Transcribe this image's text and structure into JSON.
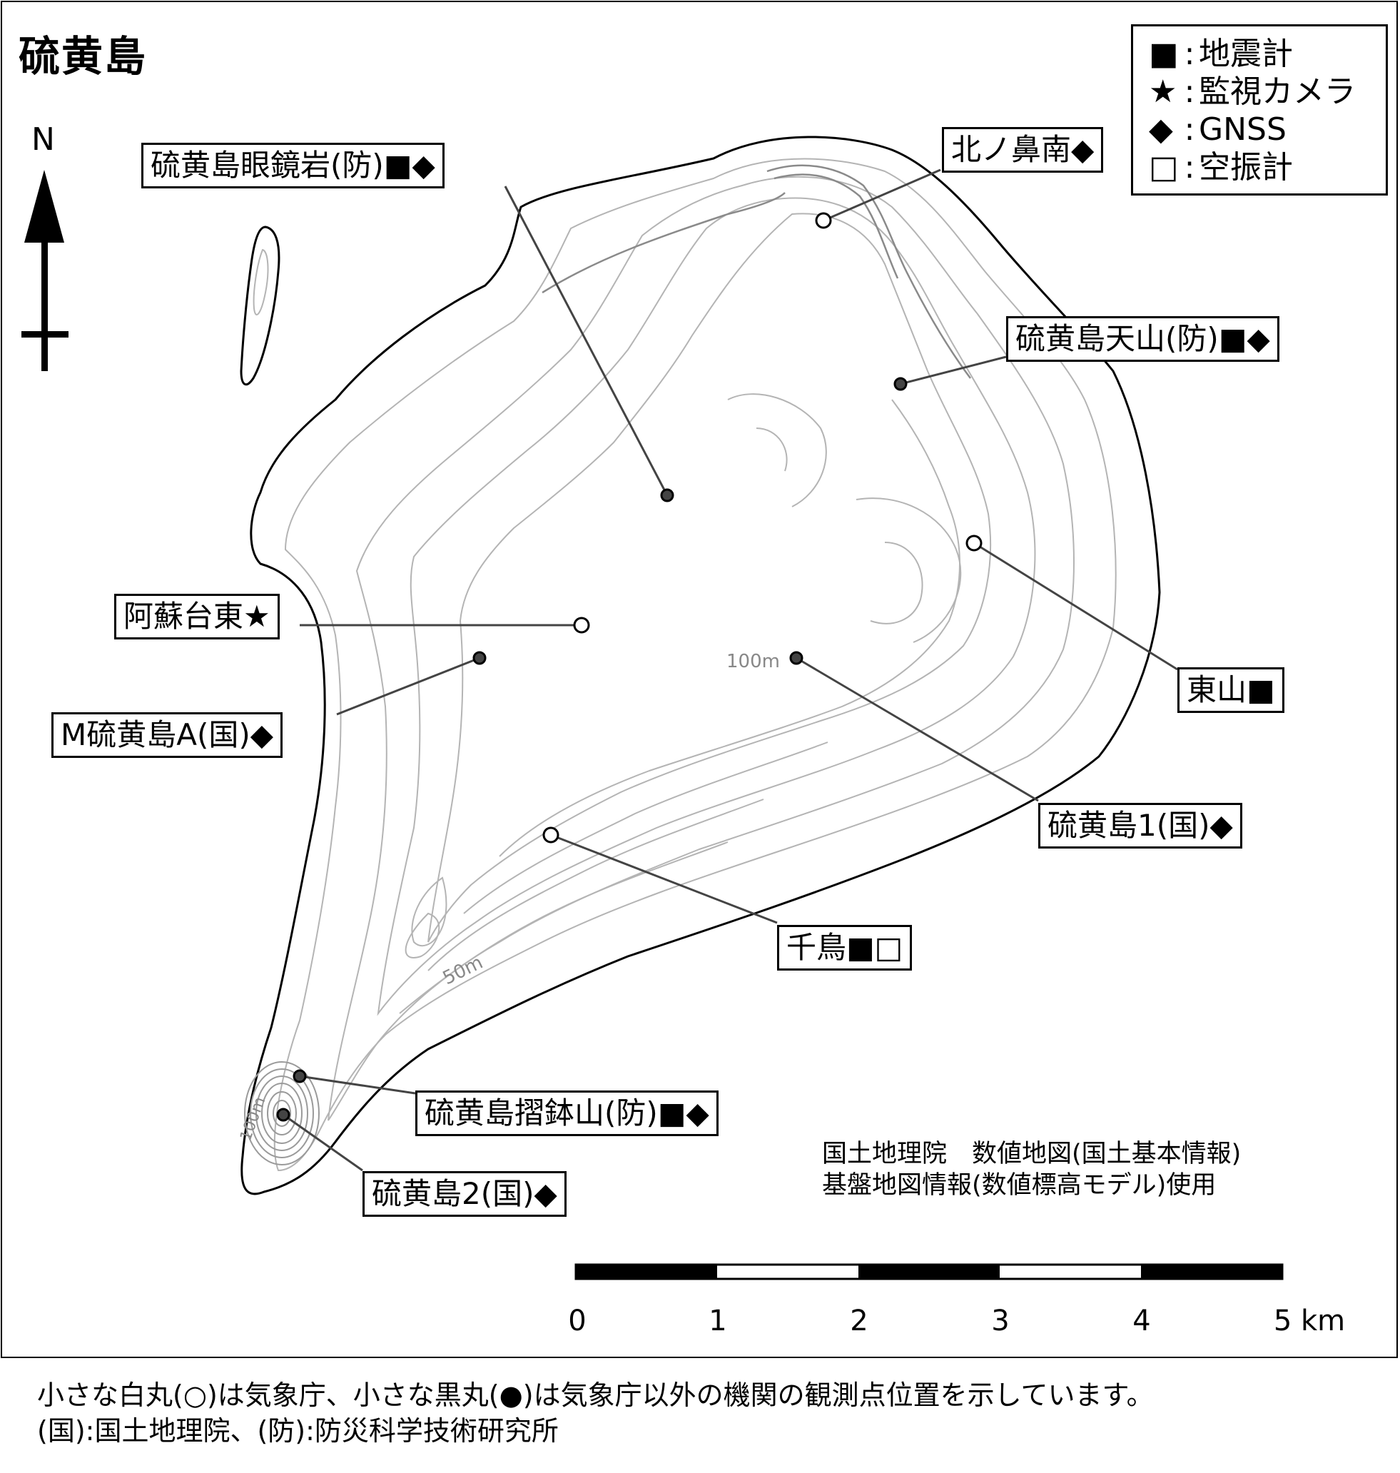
{
  "title": "硫黄島",
  "north_label": "N",
  "legend": [
    {
      "symbol": "■",
      "sep": ":",
      "label": "地震計"
    },
    {
      "symbol": "★",
      "sep": ":",
      "label": "監視カメラ"
    },
    {
      "symbol": "◆",
      "sep": ":",
      "label": "GNSS"
    },
    {
      "symbol": "□",
      "sep": ":",
      "label": "空振計"
    }
  ],
  "stations": [
    {
      "label": "硫黄島眼鏡岩(防)■◆",
      "marker": "black"
    },
    {
      "label": "北ノ鼻南◆",
      "marker": "white"
    },
    {
      "label": "硫黄島天山(防)■◆",
      "marker": "black"
    },
    {
      "label": "阿蘇台東★",
      "marker": "white"
    },
    {
      "label": "M硫黄島A(国)◆",
      "marker": "black"
    },
    {
      "label": "東山■",
      "marker": "white"
    },
    {
      "label": "硫黄島1(国)◆",
      "marker": "black"
    },
    {
      "label": "千鳥■□",
      "marker": "white"
    },
    {
      "label": "硫黄島摺鉢山(防)■◆",
      "marker": "black"
    },
    {
      "label": "硫黄島2(国)◆",
      "marker": "black"
    }
  ],
  "contour_labels": {
    "c100": "100m",
    "c50": "50m",
    "c100_suribachi": "100m"
  },
  "credit": {
    "line1": "国土地理院　数値地図(国土基本情報)",
    "line2": "基盤地図情報(数値標高モデル)使用"
  },
  "scale_bar": {
    "ticks": [
      "0",
      "1",
      "2",
      "3",
      "4",
      "5 km"
    ]
  },
  "caption": {
    "line1": "小さな白丸(○)は気象庁、小さな黒丸(●)は気象庁以外の機関の観測点位置を示しています。",
    "line2": "(国):国土地理院、(防):防災科学技術研究所"
  },
  "colors": {
    "coast": "#000000",
    "contour": "#b4b4b4",
    "contour_dark": "#8a8a8a",
    "leader": "#444444"
  }
}
